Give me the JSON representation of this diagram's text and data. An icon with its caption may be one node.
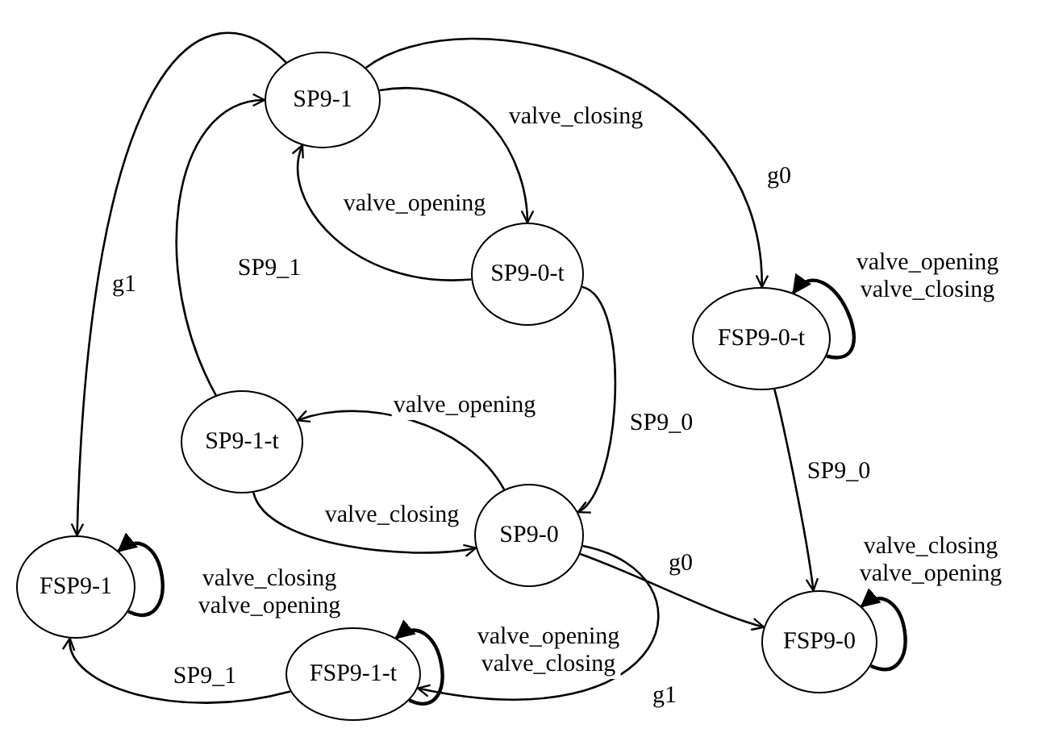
{
  "diagram": {
    "nodes": [
      {
        "text": [
          "SP9-1"
        ]
      },
      {
        "text": [
          "SP9-0-t"
        ]
      },
      {
        "text": [
          "FSP9-0-t"
        ]
      },
      {
        "text": [
          "SP9-1-t"
        ]
      },
      {
        "text": [
          "SP9-0"
        ]
      },
      {
        "text": [
          "FSP9-1"
        ]
      },
      {
        "text": [
          "FSP9-1-t"
        ]
      },
      {
        "text": [
          "FSP9-0"
        ]
      }
    ],
    "edges": [
      {
        "from": 0,
        "to": 5,
        "arrow": "to",
        "label": "g1"
      },
      {
        "from": 0,
        "to": 2,
        "arrow": "to",
        "label": "g0"
      },
      {
        "from": 0,
        "to": 1,
        "arrow": "to",
        "label": "valve_closing"
      },
      {
        "from": 1,
        "to": 0,
        "arrow": "to",
        "label": "valve_opening"
      },
      {
        "from": 1,
        "to": 4,
        "arrow": "to",
        "label": "SP9_0"
      },
      {
        "from": 3,
        "to": 0,
        "arrow": "to",
        "label": "SP9_1"
      },
      {
        "from": 4,
        "to": 3,
        "arrow": "to",
        "label": "valve_opening"
      },
      {
        "from": 3,
        "to": 4,
        "arrow": "to",
        "label": "valve_closing"
      },
      {
        "from": 4,
        "to": 7,
        "arrow": "to",
        "label": "g0"
      },
      {
        "from": 4,
        "to": 6,
        "arrow": "to",
        "label": "g1"
      },
      {
        "from": 6,
        "to": 5,
        "arrow": "to",
        "label": "SP9_1"
      },
      {
        "from": 2,
        "to": 7,
        "arrow": "to",
        "label": "SP9_0"
      },
      {
        "from": 2,
        "to": 2,
        "arrow": "to",
        "label": "valve_opening valve_closing"
      },
      {
        "from": 5,
        "to": 5,
        "arrow": "to",
        "label": "valve_closing valve_opening"
      },
      {
        "from": 6,
        "to": 6,
        "arrow": "to",
        "label": "valve_opening valve_closing"
      },
      {
        "from": 7,
        "to": 7,
        "arrow": "to",
        "label": "valve_closing valve_opening"
      }
    ]
  }
}
